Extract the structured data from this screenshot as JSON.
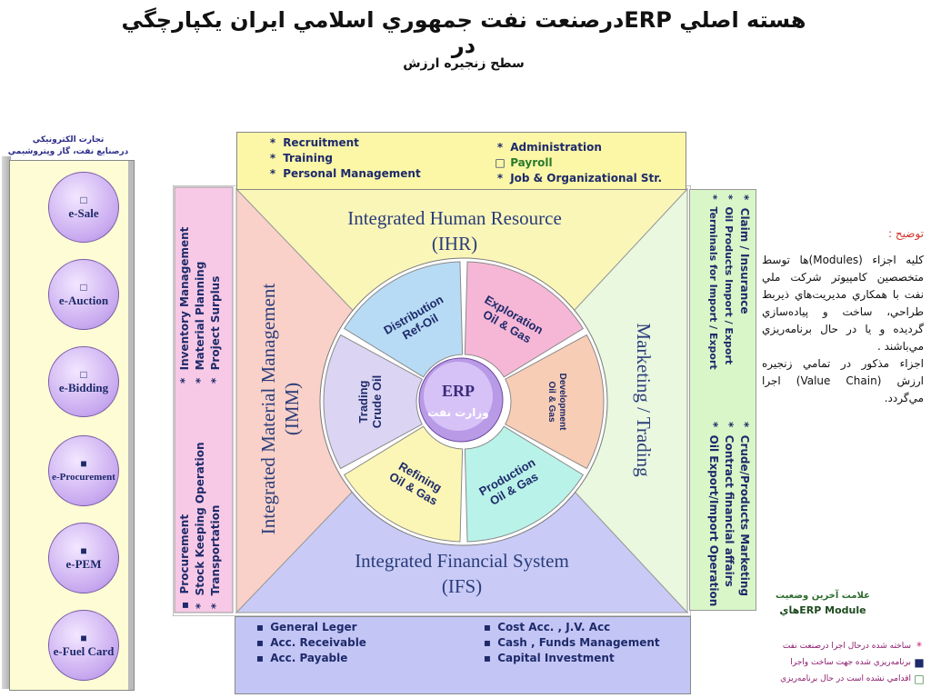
{
  "title": {
    "main": "هسته اصلي ERPدرصنعت نفت جمهوري اسلامي ايران يكپارچگي در",
    "sub": "سطح زنجيره ارزش"
  },
  "ecommerce": {
    "caption_line1": "تجارت الكترونيكي",
    "caption_line2": "درصنايع نفت، گاز وپتروشيمي",
    "items": [
      {
        "marker": "□",
        "label": "e-Sale"
      },
      {
        "marker": "□",
        "label": "e-Auction"
      },
      {
        "marker": "□",
        "label": "e-Bidding"
      },
      {
        "marker": "■",
        "label": "e-Procurement"
      },
      {
        "marker": "■",
        "label": "e-PEM"
      },
      {
        "marker": "■",
        "label": "e-Fuel Card"
      }
    ]
  },
  "hr_box": {
    "left": [
      {
        "marker": "*",
        "text": "Recruitment"
      },
      {
        "marker": "*",
        "text": "Training"
      },
      {
        "marker": "*",
        "text": "Personal Management"
      }
    ],
    "right": [
      {
        "marker": "*",
        "text": "Administration"
      },
      {
        "marker": "□",
        "text": "Payroll"
      },
      {
        "marker": "*",
        "text": "Job & Organizational Str."
      }
    ]
  },
  "fin_box": {
    "left": [
      {
        "marker": "▪",
        "text": "General Leger"
      },
      {
        "marker": "▪",
        "text": "Acc. Receivable"
      },
      {
        "marker": "▪",
        "text": "Acc. Payable"
      }
    ],
    "right": [
      {
        "marker": "▪",
        "text": "Cost Acc. , J.V. Acc"
      },
      {
        "marker": "▪",
        "text": "Cash , Funds Management"
      },
      {
        "marker": "▪",
        "text": "Capital Investment"
      }
    ]
  },
  "mm_box": {
    "top": [
      {
        "marker": "*",
        "text": "Inventory Management"
      },
      {
        "marker": "*",
        "text": "Material Planning"
      },
      {
        "marker": "*",
        "text": "Project Surplus"
      }
    ],
    "bottom": [
      {
        "marker": "▪",
        "text": "Procurement"
      },
      {
        "marker": "*",
        "text": "Stock Keeping Operation"
      },
      {
        "marker": "*",
        "text": "Transportation"
      }
    ]
  },
  "mk_box": {
    "top": [
      {
        "marker": "*",
        "text": "Claim / Insurance"
      },
      {
        "marker": "*",
        "text": "Oil Products Import / Export"
      },
      {
        "marker": "*",
        "text": "Terminals for Import / Export"
      }
    ],
    "bottom": [
      {
        "marker": "*",
        "text": "Crude/Products Marketing"
      },
      {
        "marker": "*",
        "text": "Contract financial affairs"
      },
      {
        "marker": "*",
        "text": "Oil Export/Import Operation"
      }
    ]
  },
  "sections": {
    "ihr_line1": "Integrated Human Resource",
    "ihr_line2": "(IHR)",
    "ifs_line1": "Integrated Financial System",
    "ifs_line2": "(IFS)",
    "imm_line1": "Integrated Material Management",
    "imm_line2": "(IMM)",
    "mkt": "Marketing / Trading"
  },
  "wedges": [
    {
      "line1": "Exploration",
      "line2": "Oil & Gas",
      "color": "#f6b7d6"
    },
    {
      "line1": "Development",
      "line2": "Oil & Gas",
      "color": "#f8cdb6"
    },
    {
      "line1": "Production",
      "line2": "Oil & Gas",
      "color": "#b9f2e8"
    },
    {
      "line1": "Refining",
      "line2": "Oil & Gas",
      "color": "#fbf6b6"
    },
    {
      "line1": "Trading",
      "line2": "Crude Oil",
      "color": "#dbd5f3"
    },
    {
      "line1": "Distribution",
      "line2": "Ref-Oil",
      "color": "#b7dbf4"
    }
  ],
  "hub": {
    "line1": "ERP",
    "line2": "وزارت نفت"
  },
  "description": {
    "label": "توضيح :",
    "p1": "كليه اجزاء (Modules)ها توسط متخصصين كامپيوتر شركت ملي نفت با همكاري مديريت‌هاي ذيربط طراحي، ساخت و پياده‌سازي گرديده و يا در حال برنامه‌ريزي مي‌باشند .",
    "p2": "اجزاء مذكور در تمامي زنجيره ارزش (Value Chain) اجرا مي‌گردد."
  },
  "legend": {
    "title_line1": "علامت آخرين وضعيت",
    "title_line2": "ERP Moduleهاي",
    "items": [
      {
        "marker": "*",
        "text": "ساخته شده درحال اجرا درصنعت نفت"
      },
      {
        "marker": "■",
        "text": "برنامه‌ريزي شده جهت ساخت واجرا"
      },
      {
        "marker": "□",
        "text": "اقدامي نشده است در حال برنامه‌ريزي"
      }
    ]
  },
  "colors": {
    "top_panel": "#fbf7a7",
    "bottom_panel": "#c3c6f5",
    "left_panel": "#f7c9e6",
    "right_panel": "#d9f6c8",
    "ring_bg": "#ffffff",
    "hub": "#c7a8ef",
    "text_accent": "#2a3c7a"
  }
}
